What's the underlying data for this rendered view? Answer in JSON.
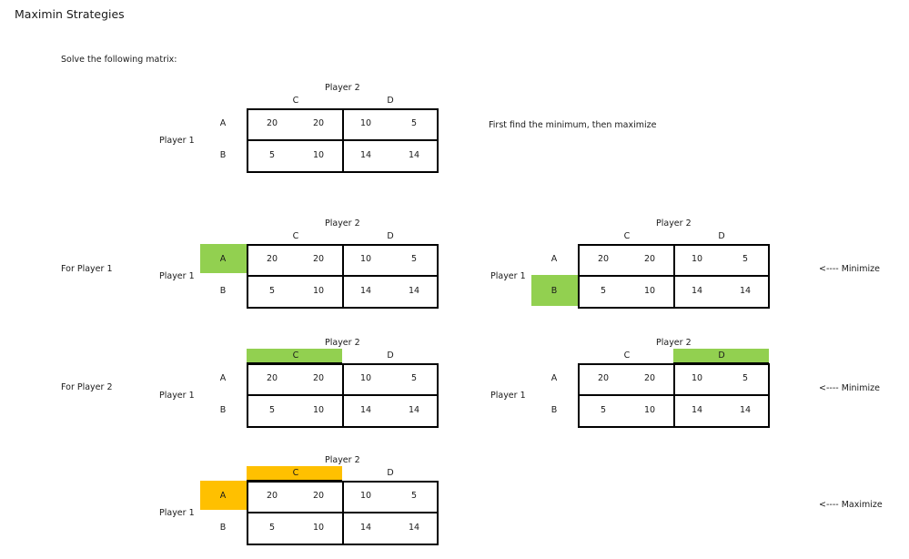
{
  "title": "Maximin Strategies",
  "instruction": "Solve the following matrix:",
  "note": "First find the minimum, then maximize",
  "section_labels": {
    "player1": "For Player 1",
    "player2": "For Player 2"
  },
  "arrows": {
    "minimize1": "<---- Minimize",
    "minimize2": "<---- Minimize",
    "maximize": "<---- Maximize"
  },
  "matrix": {
    "player_row": "Player 1",
    "player_col": "Player 2",
    "rows": [
      "A",
      "B"
    ],
    "cols": [
      "C",
      "D"
    ],
    "cells": [
      [
        "20",
        "20",
        "10",
        "5"
      ],
      [
        "5",
        "10",
        "14",
        "14"
      ]
    ]
  },
  "colors": {
    "green": "#92d050",
    "orange": "#ffc000"
  },
  "matrices": [
    {
      "highlight_row": null,
      "highlight_col": null,
      "color": null
    },
    {
      "highlight_row": "A",
      "highlight_col": null,
      "color": "#92d050"
    },
    {
      "highlight_row": "B",
      "highlight_col": null,
      "color": "#92d050"
    },
    {
      "highlight_row": null,
      "highlight_col": "C",
      "color": "#92d050"
    },
    {
      "highlight_row": null,
      "highlight_col": "D",
      "color": "#92d050"
    },
    {
      "highlight_row": "A",
      "highlight_col": "C",
      "color": "#ffc000"
    }
  ]
}
